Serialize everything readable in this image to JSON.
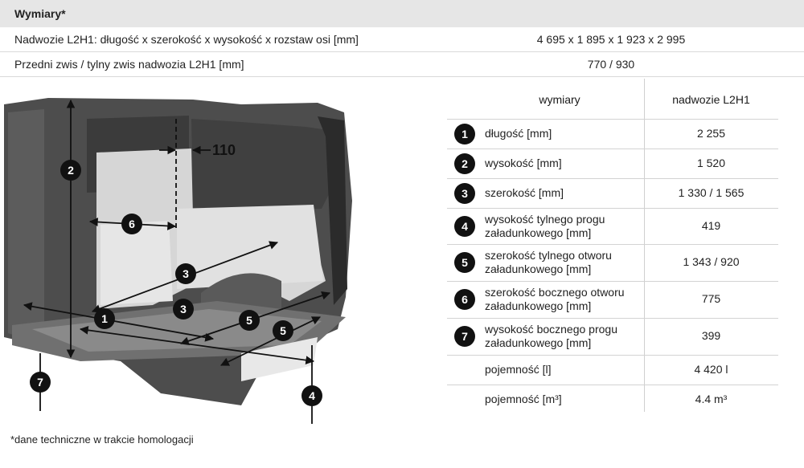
{
  "section": {
    "title": "Wymiary*"
  },
  "spec_rows": [
    {
      "label": "Nadwozie L2H1: długość x szerokość x wysokość x rozstaw osi [mm]",
      "value": "4 695 x 1 895 x 1 923 x 2 995"
    },
    {
      "label": "Przedni zwis / tylny zwis nadwozia L2H1 [mm]",
      "value": "770 / 930"
    }
  ],
  "diagram": {
    "dimension_label": "110",
    "callouts": [
      "1",
      "2",
      "3",
      "4",
      "5",
      "6",
      "7"
    ]
  },
  "dim_table": {
    "header": {
      "col1": "wymiary",
      "col2": "nadwozie L2H1"
    },
    "rows": [
      {
        "num": "1",
        "label": "długość [mm]",
        "value": "2 255"
      },
      {
        "num": "2",
        "label": "wysokość [mm]",
        "value": "1 520"
      },
      {
        "num": "3",
        "label": "szerokość [mm]",
        "value": "1 330 / 1 565"
      },
      {
        "num": "4",
        "label": "wysokość tylnego progu załadunkowego [mm]",
        "value": "419"
      },
      {
        "num": "5",
        "label": "szerokość tylnego otworu załadunkowego [mm]",
        "value": "1 343 / 920"
      },
      {
        "num": "6",
        "label": "szerokość bocznego otworu załadunkowego [mm]",
        "value": "775"
      },
      {
        "num": "7",
        "label": "wysokość bocznego progu załadunkowego [mm]",
        "value": "399"
      },
      {
        "num": "",
        "label": "pojemność [l]",
        "value": "4 420 l"
      },
      {
        "num": "",
        "label": "pojemność [m³]",
        "value": "4.4 m³"
      }
    ]
  },
  "footnote": "*dane techniczne w trakcie homologacji"
}
